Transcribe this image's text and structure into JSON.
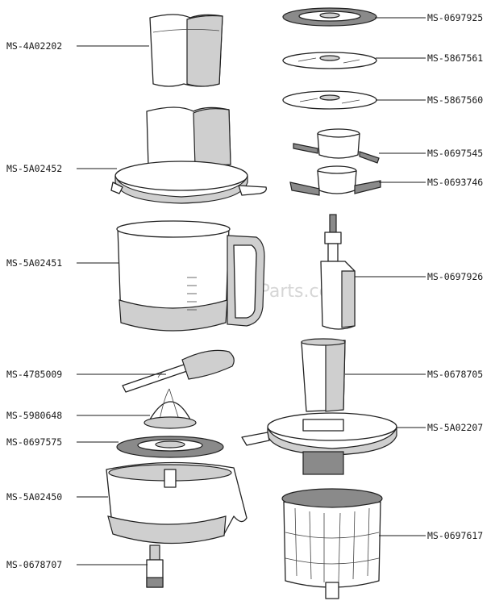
{
  "watermark": "eReplacementParts.com",
  "left_labels": [
    "MS-4A02202",
    "MS-5A02452",
    "MS-5A02451",
    "MS-4785009",
    "MS-5980648",
    "MS-0697575",
    "MS-5A02450",
    "MS-0678707"
  ],
  "right_labels": [
    "MS-0697925",
    "MS-5867561",
    "MS-5867560",
    "MS-0697545",
    "MS-0693746",
    "MS-0697926",
    "MS-0678705",
    "MS-5A02207",
    "MS-0697617"
  ]
}
